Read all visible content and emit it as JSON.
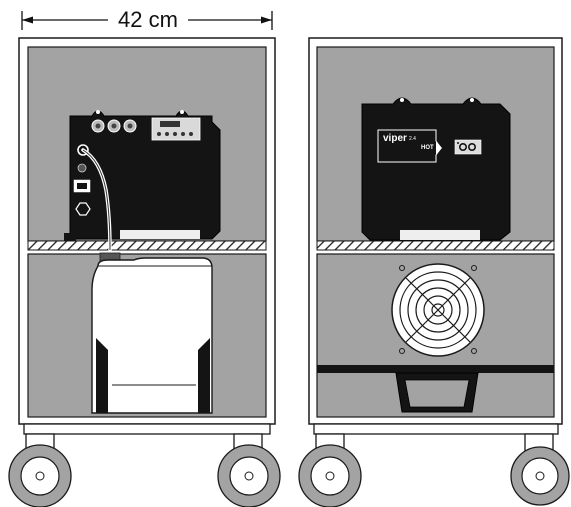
{
  "dimension": {
    "label": "42 cm"
  },
  "device": {
    "brand": "viper",
    "model": "2.4",
    "badge": "HOT"
  },
  "icons": {
    "front_view": "cabinet-front-view",
    "rear_view": "cabinet-rear-view",
    "fan": "cooling-fan-icon",
    "tank": "water-tank-icon",
    "wheel": "caster-wheel-icon"
  },
  "colors": {
    "cabinet_fill": "#a3a3a3",
    "outline": "#1a1a1a",
    "machine": "#141414",
    "background": "#ffffff"
  }
}
